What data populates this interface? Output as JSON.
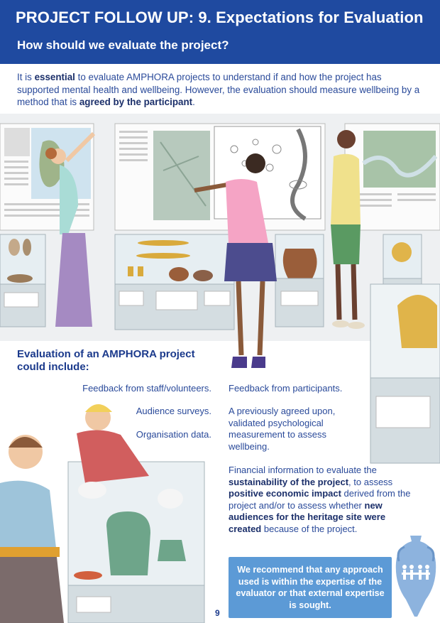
{
  "header": {
    "title": "PROJECT FOLLOW UP: 9. Expectations for Evaluation",
    "subtitle": "How should we evaluate the project?"
  },
  "intro": {
    "p1": "It is ",
    "b1": "essential",
    "p2": " to evaluate AMPHORA projects to understand if and how the project has supported mental health and wellbeing. However, the evaluation should measure wellbeing by a method that is ",
    "b2": "agreed by the participant",
    "p3": "."
  },
  "evaluation": {
    "heading": "Evaluation of an AMPHORA project could include:",
    "left_items": [
      "Feedback from staff/volunteers.",
      "Audience surveys.",
      "Organisation data."
    ],
    "right_items": [
      "Feedback from participants.",
      "A previously agreed upon, validated psychological measurement to assess wellbeing."
    ],
    "financial": {
      "t1": "Financial information to evaluate the ",
      "b1": "sustainability of the project",
      "t2": ", to assess ",
      "b2": "positive economic impact",
      "t3": " derived from the project and/or to assess whether ",
      "b3": "new audiences for the heritage site were created",
      "t4": " because of the project."
    }
  },
  "recommendation": "We recommend that any approach used is within the expertise of the evaluator or that external expertise is sought.",
  "page_number": "9",
  "colors": {
    "header": "#1f4aa0",
    "text": "#2a4a9a",
    "box": "#5c9ad6"
  },
  "icons": [
    "amphora-logo-icon"
  ]
}
